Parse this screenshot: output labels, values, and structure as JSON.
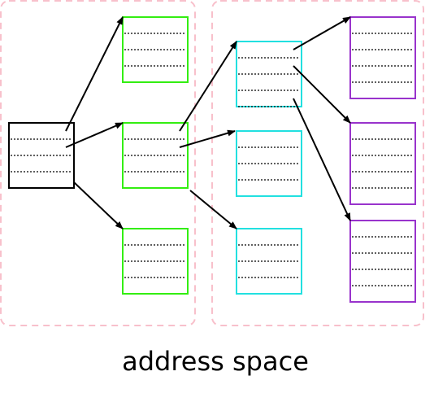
{
  "caption": "address space",
  "colors": {
    "dashed_region": "#f8c0cb",
    "root_node": "#000000",
    "level1": "#33ee11",
    "level2": "#22e0e0",
    "level3": "#9933cc",
    "arrow": "#000000",
    "dotted_row": "#000000"
  },
  "diagram": {
    "groups": [
      {
        "id": "group-left",
        "nodes": [
          "root",
          "l1-top",
          "l1-mid",
          "l1-bot"
        ]
      },
      {
        "id": "group-right",
        "nodes": [
          "l2-top",
          "l2-mid",
          "l2-bot",
          "l3-top",
          "l3-mid",
          "l3-bot"
        ]
      }
    ],
    "nodes": [
      {
        "id": "root",
        "level": 0,
        "rows": 3
      },
      {
        "id": "l1-top",
        "level": 1,
        "rows": 3
      },
      {
        "id": "l1-mid",
        "level": 1,
        "rows": 3
      },
      {
        "id": "l1-bot",
        "level": 1,
        "rows": 3
      },
      {
        "id": "l2-top",
        "level": 2,
        "rows": 4
      },
      {
        "id": "l2-mid",
        "level": 2,
        "rows": 3
      },
      {
        "id": "l2-bot",
        "level": 2,
        "rows": 3
      },
      {
        "id": "l3-top",
        "level": 3,
        "rows": 4
      },
      {
        "id": "l3-mid",
        "level": 3,
        "rows": 4
      },
      {
        "id": "l3-bot",
        "level": 3,
        "rows": 4
      }
    ],
    "edges": [
      {
        "from": "root",
        "to": "l1-top"
      },
      {
        "from": "root",
        "to": "l1-mid"
      },
      {
        "from": "root",
        "to": "l1-bot"
      },
      {
        "from": "l1-mid",
        "to": "l2-top"
      },
      {
        "from": "l1-mid",
        "to": "l2-mid"
      },
      {
        "from": "l1-mid",
        "to": "l2-bot"
      },
      {
        "from": "l2-top",
        "to": "l3-top"
      },
      {
        "from": "l2-top",
        "to": "l3-mid"
      },
      {
        "from": "l2-top",
        "to": "l3-bot"
      }
    ]
  }
}
